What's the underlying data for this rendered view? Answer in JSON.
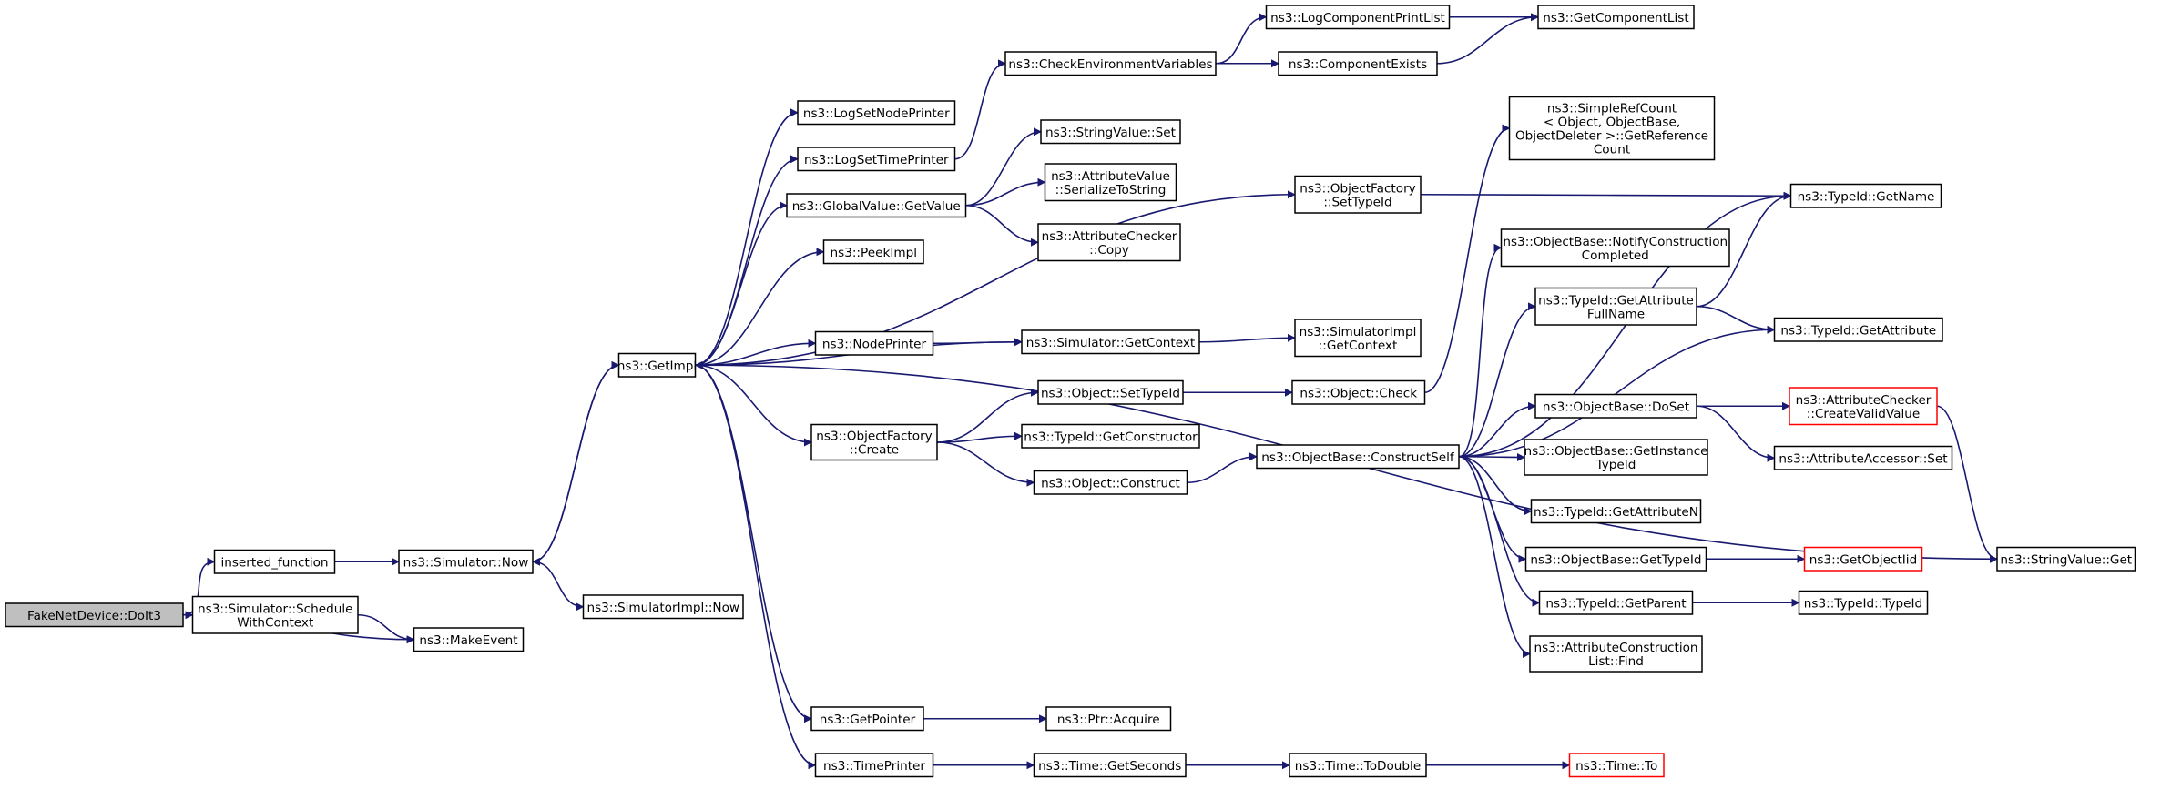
{
  "colors": {
    "edge": "#191970",
    "node_border": "#000000",
    "node_border_truncated": "#ff0000",
    "root_fill": "#bfbfbf",
    "node_fill": "#ffffff"
  },
  "nodes": {
    "root": {
      "lines": [
        "FakeNetDevice::DoIt3"
      ],
      "root": true
    },
    "inserted_function": {
      "lines": [
        "inserted_function"
      ]
    },
    "sched_ctx": {
      "lines": [
        "ns3::Simulator::Schedule",
        "WithContext"
      ]
    },
    "makeevent": {
      "lines": [
        "ns3::MakeEvent"
      ]
    },
    "sim_now": {
      "lines": [
        "ns3::Simulator::Now"
      ]
    },
    "simimpl_now": {
      "lines": [
        "ns3::SimulatorImpl::Now"
      ]
    },
    "getimpl": {
      "lines": [
        "ns3::GetImpl"
      ]
    },
    "lognodeprinter": {
      "lines": [
        "ns3::LogSetNodePrinter"
      ]
    },
    "logtimeprinter": {
      "lines": [
        "ns3::LogSetTimePrinter"
      ]
    },
    "gv_getvalue": {
      "lines": [
        "ns3::GlobalValue::GetValue"
      ]
    },
    "peekimpl": {
      "lines": [
        "ns3::PeekImpl"
      ]
    },
    "nodeprinter": {
      "lines": [
        "ns3::NodePrinter"
      ]
    },
    "of_create": {
      "lines": [
        "ns3::ObjectFactory",
        "::Create"
      ]
    },
    "getpointer": {
      "lines": [
        "ns3::GetPointer"
      ]
    },
    "timeprinter": {
      "lines": [
        "ns3::TimePrinter"
      ]
    },
    "checkenv": {
      "lines": [
        "ns3::CheckEnvironmentVariables"
      ]
    },
    "stringvalue_set": {
      "lines": [
        "ns3::StringValue::Set"
      ]
    },
    "av_serialize": {
      "lines": [
        "ns3::AttributeValue",
        "::SerializeToString"
      ]
    },
    "ac_copy": {
      "lines": [
        "ns3::AttributeChecker",
        "::Copy"
      ]
    },
    "sim_getcontext": {
      "lines": [
        "ns3::Simulator::GetContext"
      ]
    },
    "obj_settypeid": {
      "lines": [
        "ns3::Object::SetTypeId"
      ]
    },
    "typeid_getctor": {
      "lines": [
        "ns3::TypeId::GetConstructor"
      ]
    },
    "obj_construct": {
      "lines": [
        "ns3::Object::Construct"
      ]
    },
    "ptr_acquire": {
      "lines": [
        "ns3::Ptr::Acquire"
      ]
    },
    "time_getseconds": {
      "lines": [
        "ns3::Time::GetSeconds"
      ]
    },
    "logcomp_printlist": {
      "lines": [
        "ns3::LogComponentPrintList"
      ]
    },
    "compexists": {
      "lines": [
        "ns3::ComponentExists"
      ]
    },
    "of_settypeid": {
      "lines": [
        "ns3::ObjectFactory",
        "::SetTypeId"
      ]
    },
    "simimpl_getcontext": {
      "lines": [
        "ns3::SimulatorImpl",
        "::GetContext"
      ]
    },
    "obj_check": {
      "lines": [
        "ns3::Object::Check"
      ]
    },
    "ob_constructself": {
      "lines": [
        "ns3::ObjectBase::ConstructSelf"
      ]
    },
    "time_todouble": {
      "lines": [
        "ns3::Time::ToDouble"
      ]
    },
    "getcomplist": {
      "lines": [
        "ns3::GetComponentList"
      ]
    },
    "simplerefcount": {
      "lines": [
        "ns3::SimpleRefCount",
        "< Object, ObjectBase,",
        "ObjectDeleter >::GetReference",
        "Count"
      ]
    },
    "ob_notify": {
      "lines": [
        "ns3::ObjectBase::NotifyConstruction",
        "Completed"
      ]
    },
    "typeid_getattrfull": {
      "lines": [
        "ns3::TypeId::GetAttribute",
        "FullName"
      ]
    },
    "ob_doset": {
      "lines": [
        "ns3::ObjectBase::DoSet"
      ]
    },
    "ob_getinstance": {
      "lines": [
        "ns3::ObjectBase::GetInstance",
        "TypeId"
      ]
    },
    "typeid_getattrn": {
      "lines": [
        "ns3::TypeId::GetAttributeN"
      ]
    },
    "ob_gettypeid": {
      "lines": [
        "ns3::ObjectBase::GetTypeId"
      ]
    },
    "typeid_getparent": {
      "lines": [
        "ns3::TypeId::GetParent"
      ]
    },
    "attrconstr_find": {
      "lines": [
        "ns3::AttributeConstruction",
        "List::Find"
      ]
    },
    "time_to": {
      "lines": [
        "ns3::Time::To"
      ],
      "truncated": true
    },
    "typeid_getname": {
      "lines": [
        "ns3::TypeId::GetName"
      ]
    },
    "typeid_getattr": {
      "lines": [
        "ns3::TypeId::GetAttribute"
      ]
    },
    "ac_createvalid": {
      "lines": [
        "ns3::AttributeChecker",
        "::CreateValidValue"
      ],
      "truncated": true
    },
    "aa_set": {
      "lines": [
        "ns3::AttributeAccessor::Set"
      ]
    },
    "getobjectiid": {
      "lines": [
        "ns3::GetObjectIid"
      ],
      "truncated": true
    },
    "typeid_typeid": {
      "lines": [
        "ns3::TypeId::TypeId"
      ]
    },
    "stringvalue_get": {
      "lines": [
        "ns3::StringValue::Get"
      ]
    }
  }
}
